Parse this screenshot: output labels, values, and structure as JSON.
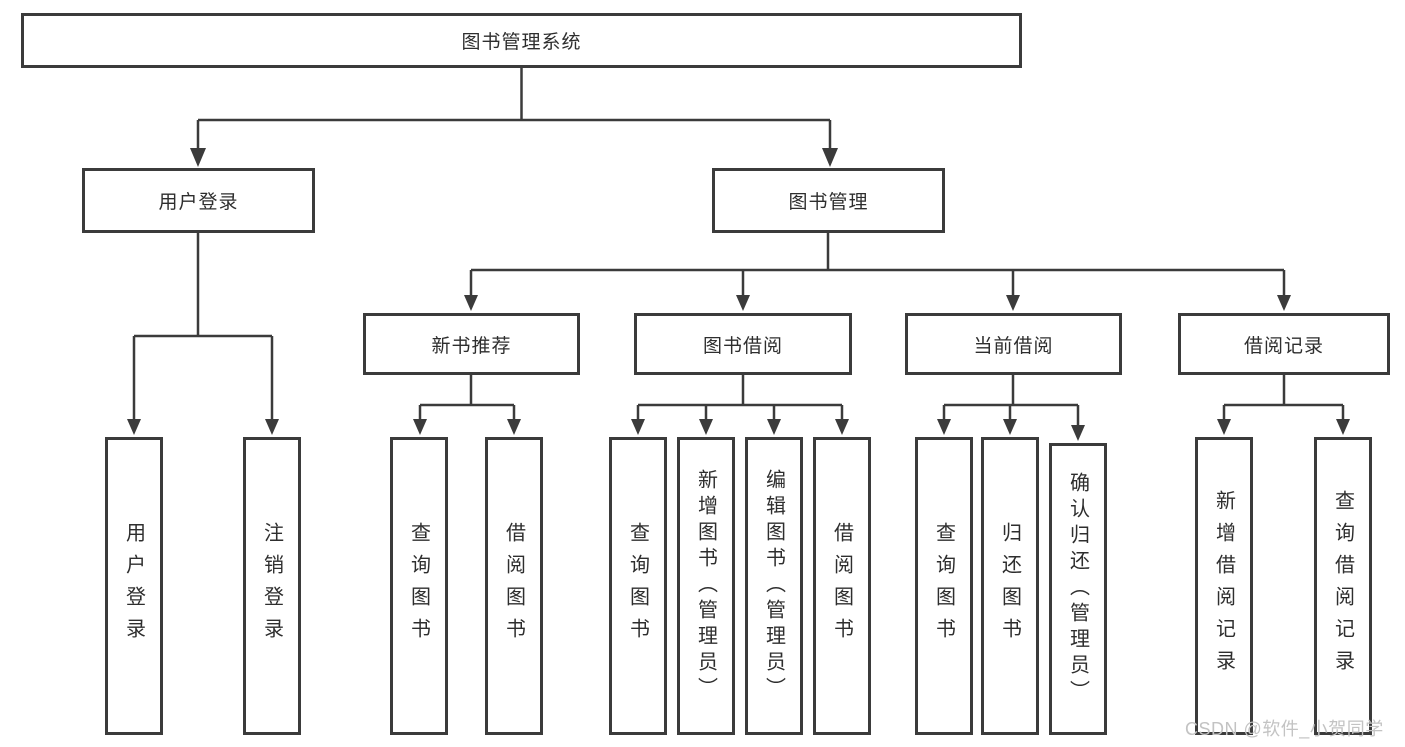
{
  "diagram": {
    "root": {
      "label": "图书管理系统"
    },
    "level2": [
      {
        "label": "用户登录"
      },
      {
        "label": "图书管理"
      }
    ],
    "level3": [
      {
        "label": "新书推荐",
        "parent": "图书管理"
      },
      {
        "label": "图书借阅",
        "parent": "图书管理"
      },
      {
        "label": "当前借阅",
        "parent": "图书管理"
      },
      {
        "label": "借阅记录",
        "parent": "图书管理"
      }
    ],
    "leaves": [
      {
        "label": "用户登录",
        "parent": "用户登录"
      },
      {
        "label": "注销登录",
        "parent": "用户登录"
      },
      {
        "label": "查询图书",
        "parent": "新书推荐"
      },
      {
        "label": "借阅图书",
        "parent": "新书推荐"
      },
      {
        "label": "查询图书",
        "parent": "图书借阅"
      },
      {
        "label": "新增图书（管理员）",
        "parent": "图书借阅"
      },
      {
        "label": "编辑图书（管理员）",
        "parent": "图书借阅"
      },
      {
        "label": "借阅图书",
        "parent": "图书借阅"
      },
      {
        "label": "查询图书",
        "parent": "当前借阅"
      },
      {
        "label": "归还图书",
        "parent": "当前借阅"
      },
      {
        "label": "确认归还（管理员）",
        "parent": "当前借阅"
      },
      {
        "label": "新增借阅记录",
        "parent": "借阅记录"
      },
      {
        "label": "查询借阅记录",
        "parent": "借阅记录"
      }
    ]
  },
  "watermark": {
    "text": "CSDN @软件_小贺同学"
  },
  "colors": {
    "line": "#3b3b3b",
    "box_border": "#3b3b3b",
    "text": "#2e2e2e",
    "watermark": "#c3c3c3",
    "background": "#ffffff"
  }
}
